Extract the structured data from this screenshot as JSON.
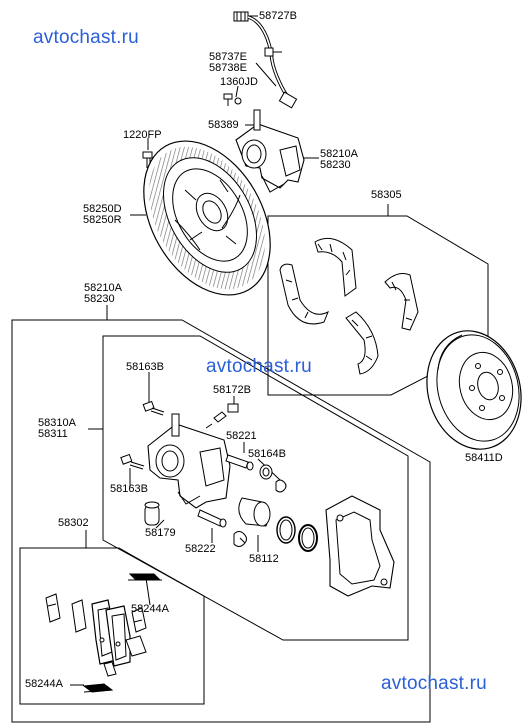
{
  "watermarks": [
    "avtochast.ru",
    "avtochast.ru",
    "avtochast.ru"
  ],
  "labels": {
    "brake_hose": "58727B",
    "hose_bracket": [
      "58737E",
      "58738E"
    ],
    "hose_bolt": "1360JD",
    "bleeder_screw": "58389",
    "caliper_top": [
      "58210A",
      "58230"
    ],
    "backplate_bolt": "1220FP",
    "backing_plate": [
      "58250D",
      "58250R"
    ],
    "parking_shoes": "58305",
    "caliper_assembly": [
      "58210A",
      "58230"
    ],
    "guide_bolt_upper": "58163B",
    "bleeder_caliper": "58172B",
    "caliper_body": [
      "58310A",
      "58311"
    ],
    "guide_pin_upper": "58221",
    "boot_upper": "58164B",
    "guide_bolt_lower": "58163B",
    "pin_bushing": "58179",
    "guide_pin_lower": "58222",
    "piston": "58112",
    "pad_kit": "58302",
    "anti_squeal_shim": "58244A",
    "pad_spring": "58244A",
    "brake_disc": "58411D"
  }
}
